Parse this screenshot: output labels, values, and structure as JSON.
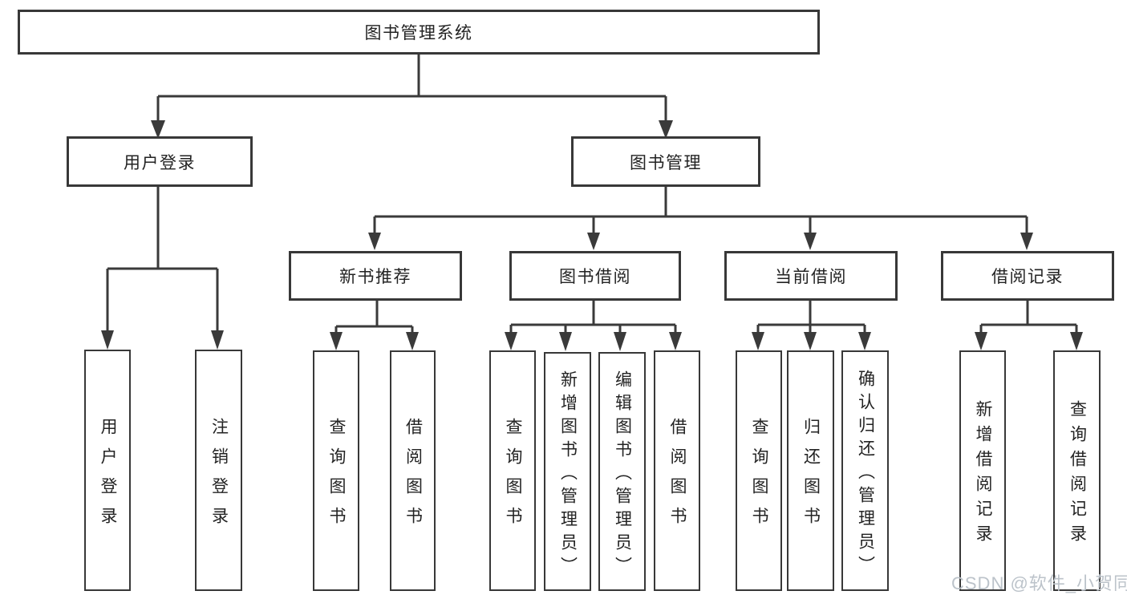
{
  "tree": {
    "label": "图书管理系统",
    "children": [
      {
        "label": "用户登录",
        "children": [
          {
            "label": "用户登录"
          },
          {
            "label": "注销登录"
          }
        ]
      },
      {
        "label": "图书管理",
        "children": [
          {
            "label": "新书推荐",
            "children": [
              {
                "label": "查询图书"
              },
              {
                "label": "借阅图书"
              }
            ]
          },
          {
            "label": "图书借阅",
            "children": [
              {
                "label": "查询图书"
              },
              {
                "label": "新增图书（管理员）"
              },
              {
                "label": "编辑图书（管理员）"
              },
              {
                "label": "借阅图书"
              }
            ]
          },
          {
            "label": "当前借阅",
            "children": [
              {
                "label": "查询图书"
              },
              {
                "label": "归还图书"
              },
              {
                "label": "确认归还（管理员）"
              }
            ]
          },
          {
            "label": "借阅记录",
            "children": [
              {
                "label": "新增借阅记录"
              },
              {
                "label": "查询借阅记录"
              }
            ]
          }
        ]
      }
    ]
  },
  "watermark": "CSDN @软件_小贺同学",
  "colors": {
    "line": "#3a3a3a",
    "box_border": "#383838",
    "text": "#232323",
    "watermark": "#bcc3ca",
    "background": "#ffffff"
  }
}
